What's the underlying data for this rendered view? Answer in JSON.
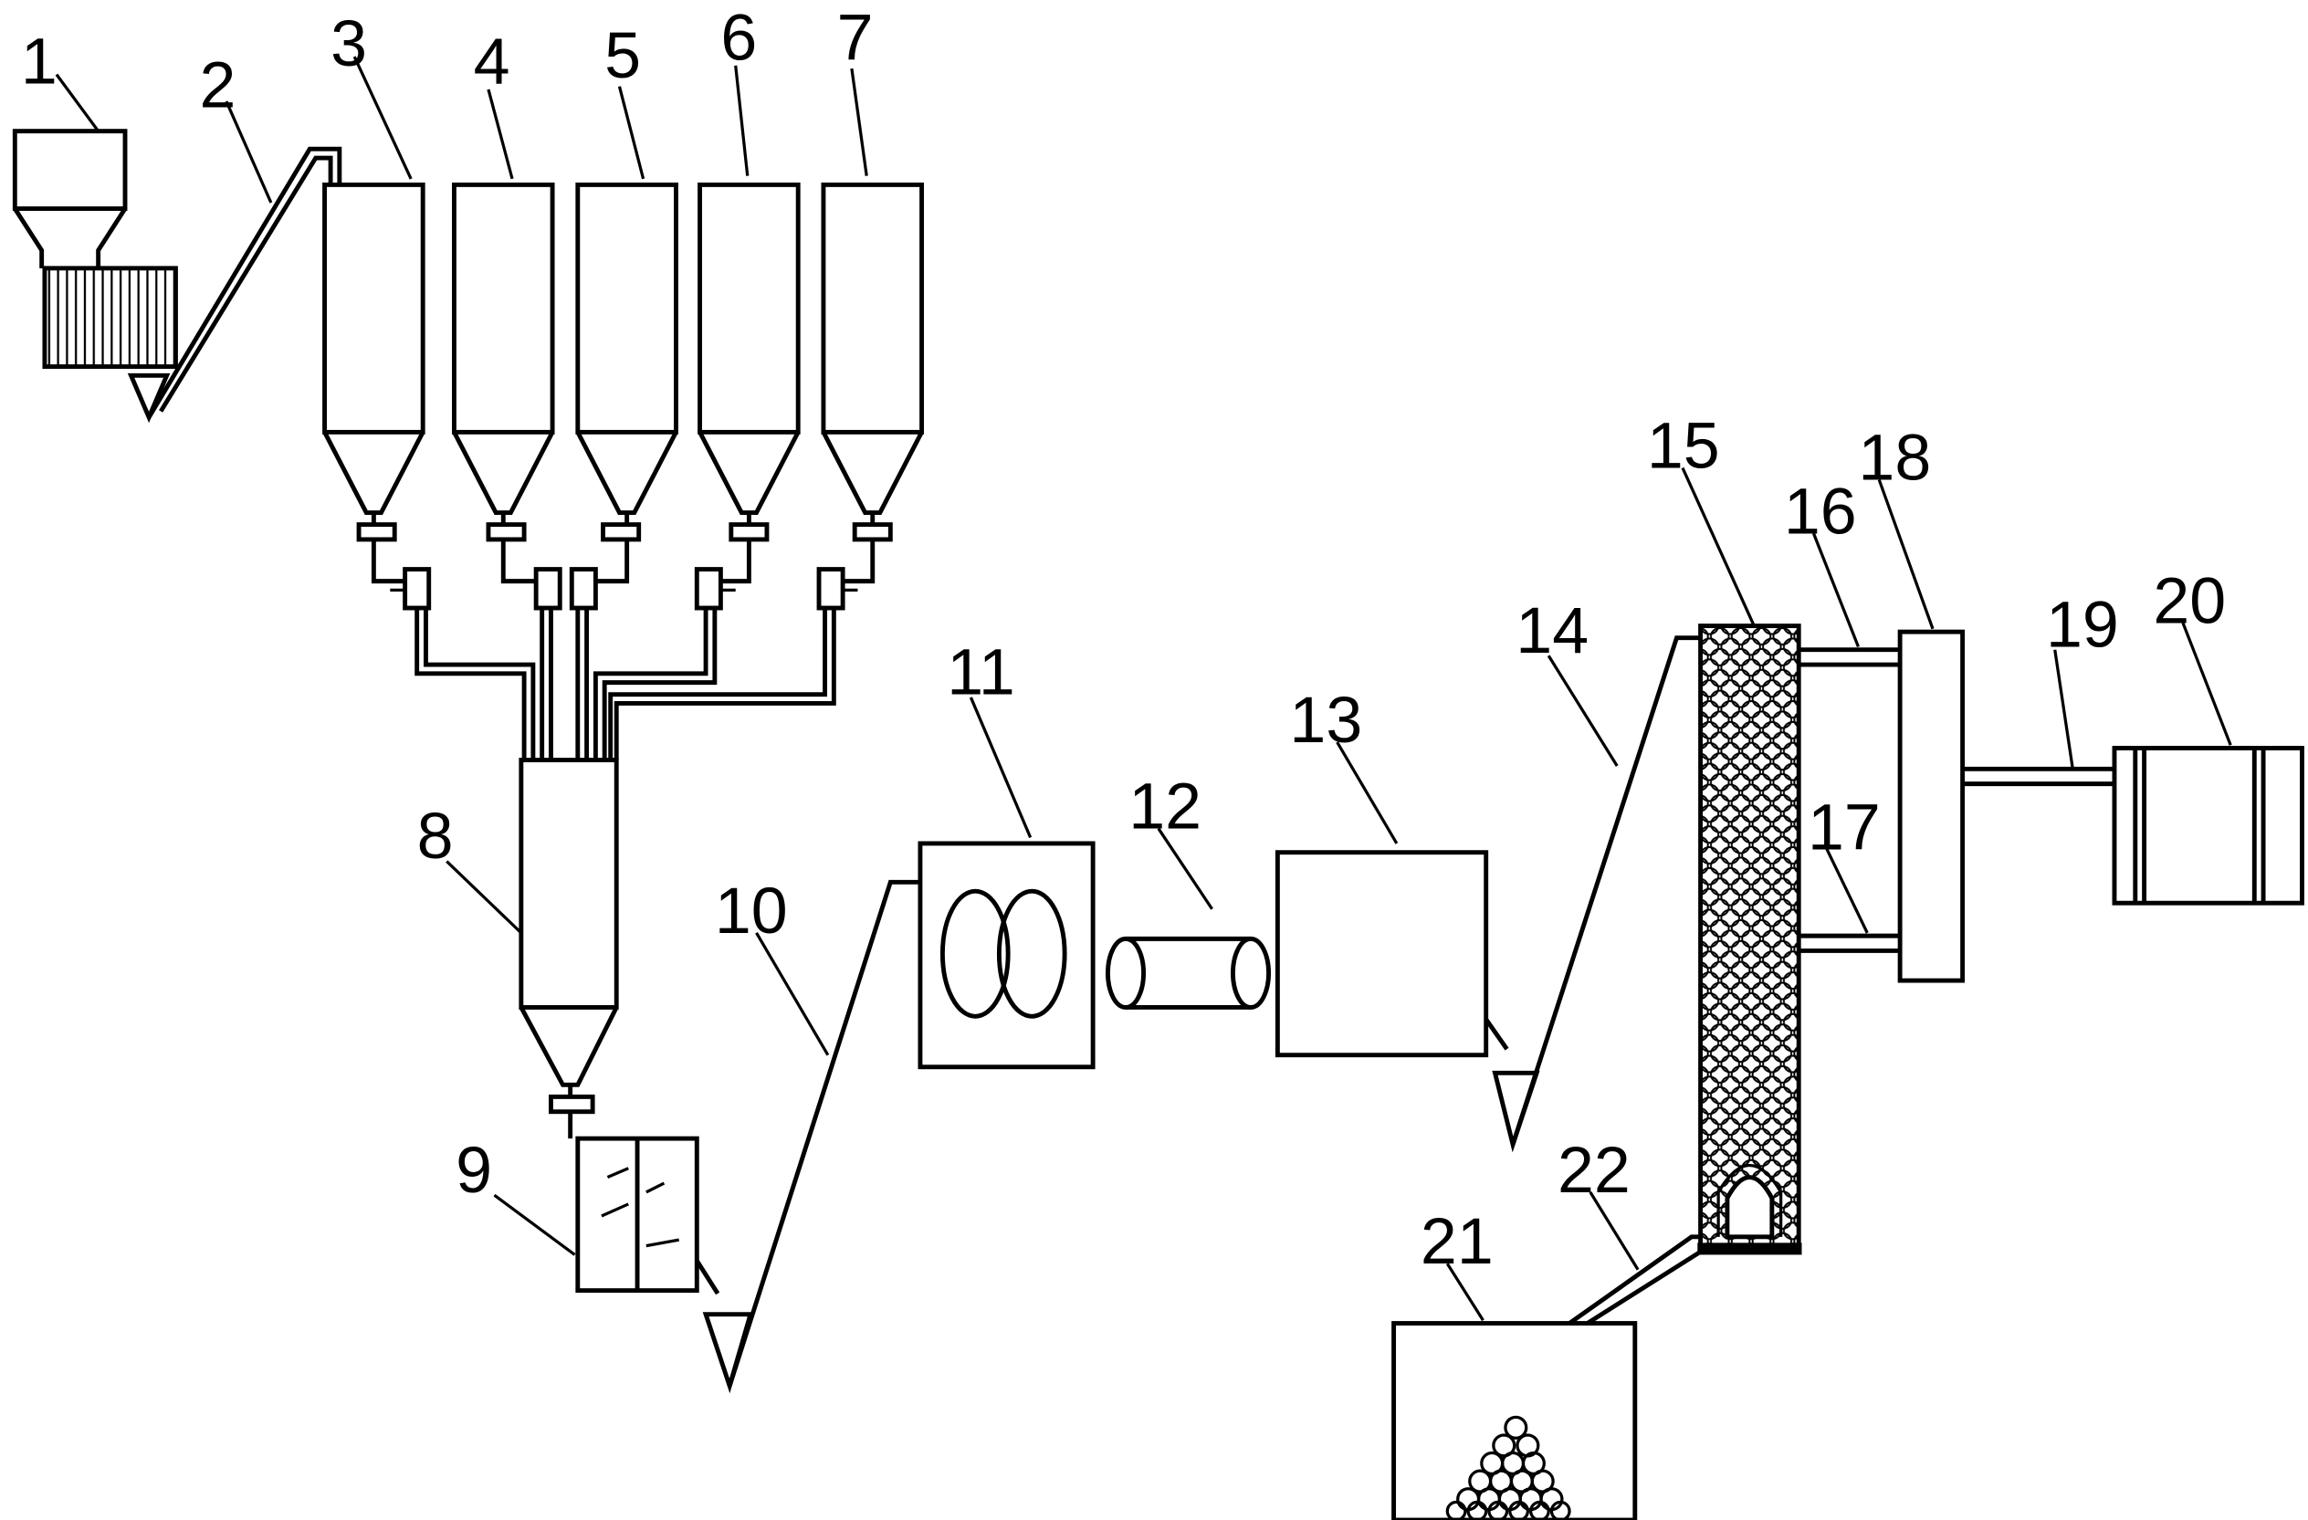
{
  "diagram": {
    "labels": {
      "l1": "1",
      "l2": "2",
      "l3": "3",
      "l4": "4",
      "l5": "5",
      "l6": "6",
      "l7": "7",
      "l8": "8",
      "l9": "9",
      "l10": "10",
      "l11": "11",
      "l12": "12",
      "l13": "13",
      "l14": "14",
      "l15": "15",
      "l16": "16",
      "l17": "17",
      "l18": "18",
      "l19": "19",
      "l20": "20",
      "l21": "21",
      "l22": "22"
    }
  }
}
